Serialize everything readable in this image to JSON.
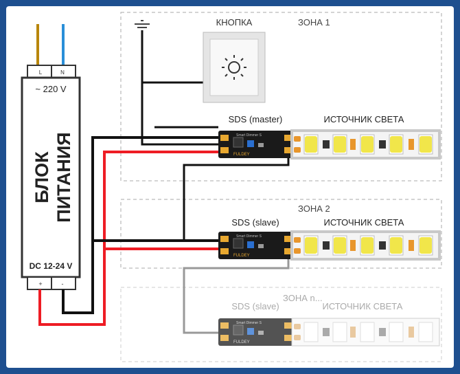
{
  "psu": {
    "l_label": "L",
    "n_label": "N",
    "ac_label": "~ 220 V",
    "title_line1": "БЛОК",
    "title_line2": "ПИТАНИЯ",
    "dc_label": "DC 12-24 V",
    "plus_label": "+",
    "minus_label": "-"
  },
  "button": {
    "label": "КНОПКА"
  },
  "zones": [
    {
      "label": "ЗОНА 1",
      "controller_label": "SDS (master)",
      "light_label": "ИСТОЧНИК СВЕТА",
      "board_text": "Smart Dimmer S",
      "brand": "FULDEY"
    },
    {
      "label": "ЗОНА 2",
      "controller_label": "SDS (slave)",
      "light_label": "ИСТОЧНИК СВЕТА",
      "board_text": "Smart Dimmer S",
      "brand": "FULDEY"
    },
    {
      "label": "ЗОНА n...",
      "controller_label": "SDS (slave)",
      "light_label": "ИСТОЧНИК СВЕТА",
      "board_text": "Smart Dimmer S",
      "brand": "FULDEY"
    }
  ],
  "colors": {
    "border": "#1e4f8f",
    "wire_red": "#ee1c24",
    "wire_black": "#111111",
    "wire_brown": "#b8860b",
    "wire_blue": "#2a8fd8",
    "board": "#1a1a1a",
    "led_yellow": "#f1e64a"
  }
}
